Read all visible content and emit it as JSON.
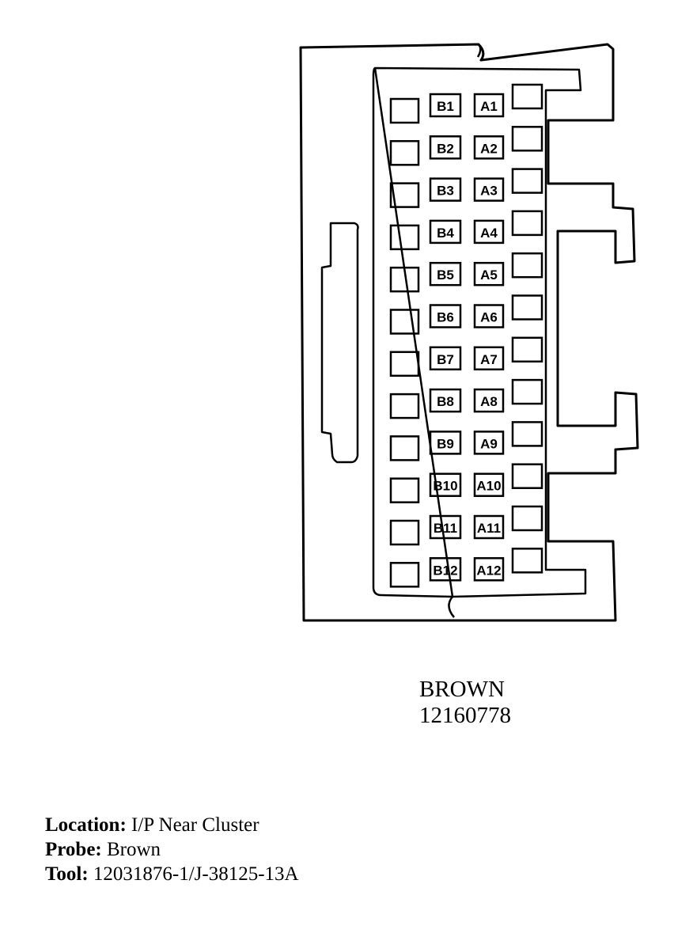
{
  "connector": {
    "color": "BROWN",
    "part_number": "12160778",
    "pins_b": [
      "B1",
      "B2",
      "B3",
      "B4",
      "B5",
      "B6",
      "B7",
      "B8",
      "B9",
      "B10",
      "B11",
      "B12"
    ],
    "pins_a": [
      "A1",
      "A2",
      "A3",
      "A4",
      "A5",
      "A6",
      "A7",
      "A8",
      "A9",
      "A10",
      "A11",
      "A12"
    ]
  },
  "info": {
    "location_label": "Location:",
    "location_value": "I/P Near Cluster",
    "probe_label": "Probe:",
    "probe_value": "Brown",
    "tool_label": "Tool:",
    "tool_value": "12031876-1/J-38125-13A"
  }
}
